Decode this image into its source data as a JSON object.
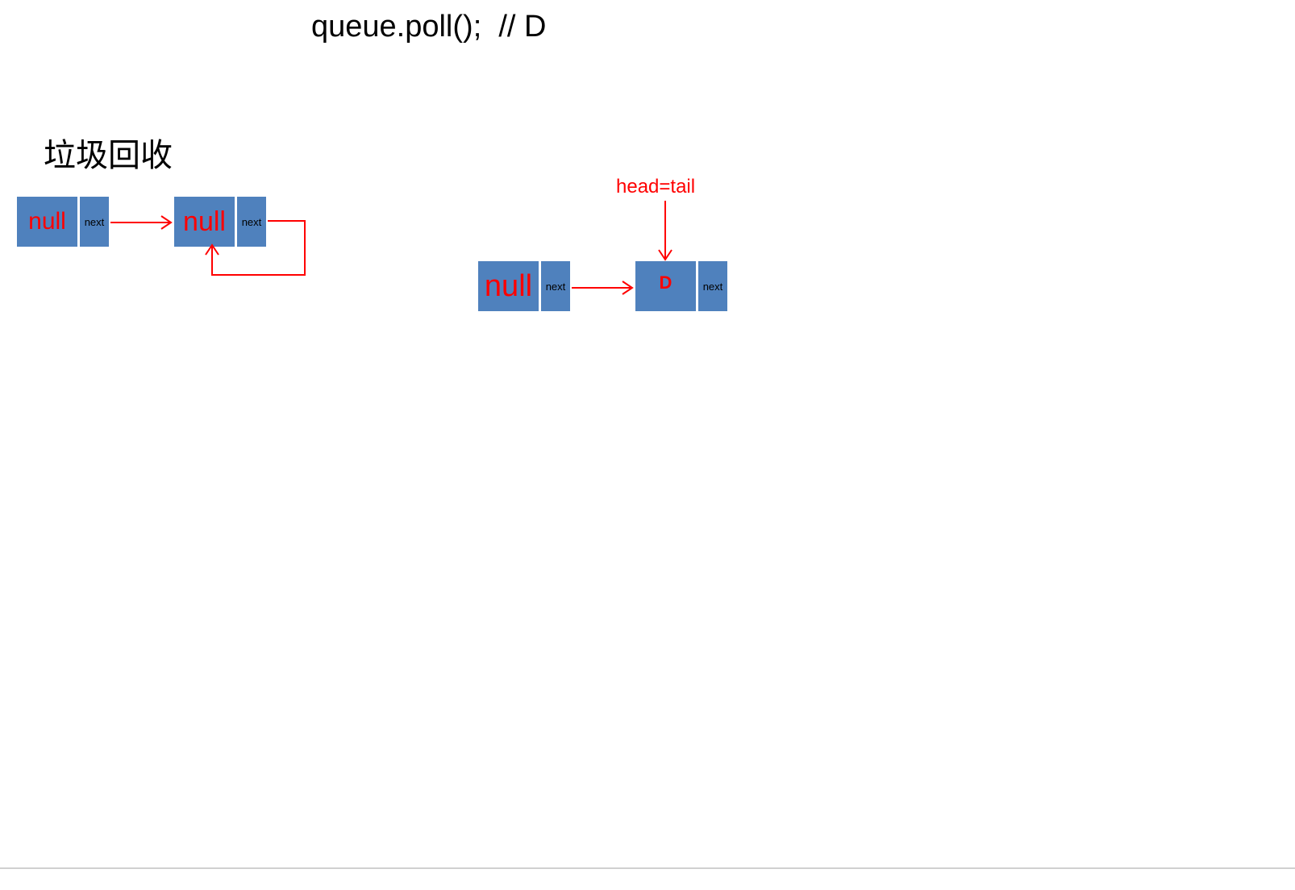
{
  "title": "queue.poll();  // D",
  "gc_label": "垃圾回收",
  "left_group": {
    "node1": {
      "value": "null",
      "next_label": "next"
    },
    "node2": {
      "value": "null",
      "next_label": "next"
    }
  },
  "right_group": {
    "pointer_label": "head=tail",
    "node1": {
      "value": "null",
      "next_label": "next"
    },
    "node2": {
      "value": "D",
      "next_label": "next"
    }
  },
  "colors": {
    "node_fill": "#4f81bd",
    "arrow": "#ff0000",
    "value_text": "#ff0000"
  }
}
